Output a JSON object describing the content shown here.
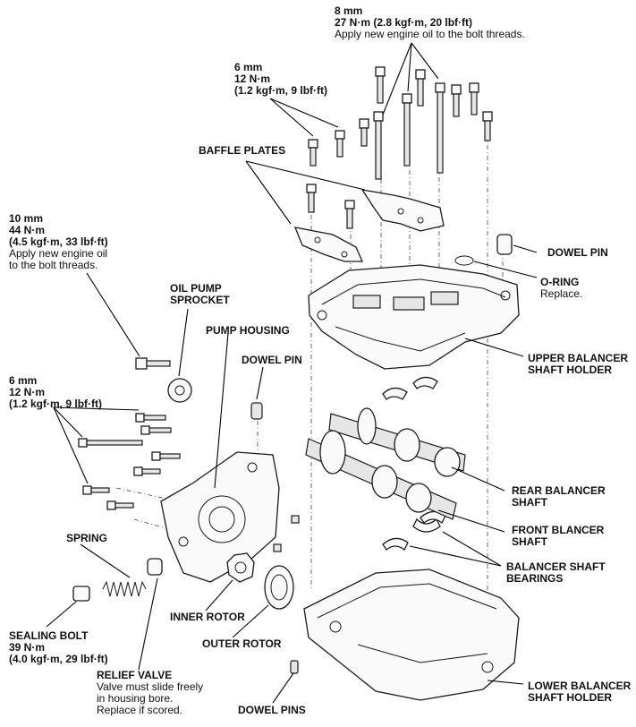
{
  "labels": {
    "bolt_8mm": {
      "size": "8 mm",
      "torque": "27 N·m (2.8 kgf·m, 20 lbf·ft)",
      "note": "Apply new engine oil to the bolt threads."
    },
    "bolt_6mm_top": {
      "size": "6 mm",
      "torque_nm": "12 N·m",
      "torque_alt": "(1.2 kgf·m, 9 lbf·ft)"
    },
    "baffle_plates": "BAFFLE PLATES",
    "bolt_10mm": {
      "size": "10 mm",
      "torque_nm": "44 N·m",
      "torque_alt": "(4.5 kgf·m, 33 lbf·ft)",
      "note_1": "Apply new engine oil",
      "note_2": "to the bolt threads."
    },
    "dowel_pin_upper": "DOWEL PIN",
    "o_ring": {
      "title": "O-RING",
      "note": "Replace."
    },
    "oil_pump_sprocket": {
      "line1": "OIL PUMP",
      "line2": "SPROCKET"
    },
    "pump_housing": "PUMP HOUSING",
    "dowel_pin_pump": "DOWEL PIN",
    "upper_holder": {
      "line1": "UPPER BALANCER",
      "line2": "SHAFT HOLDER"
    },
    "bolt_6mm_left": {
      "size": "6 mm",
      "torque_nm": "12 N·m",
      "torque_alt": "(1.2 kgf·m, 9 lbf·ft)"
    },
    "rear_shaft": {
      "line1": "REAR BALANCER",
      "line2": "SHAFT"
    },
    "front_shaft": {
      "line1": "FRONT BLANCER",
      "line2": "SHAFT"
    },
    "spring": "SPRING",
    "bearings": {
      "line1": "BALANCER SHAFT",
      "line2": "BEARINGS"
    },
    "inner_rotor": "INNER ROTOR",
    "sealing_bolt": {
      "title": "SEALING BOLT",
      "torque_nm": "39 N·m",
      "torque_alt": "(4.0 kgf·m, 29 lbf·ft)"
    },
    "outer_rotor": "OUTER ROTOR",
    "relief_valve": {
      "title": "RELIEF VALVE",
      "note_1": "Valve must slide freely",
      "note_2": "in housing bore.",
      "note_3": "Replace if scored."
    },
    "lower_holder": {
      "line1": "LOWER BALANCER",
      "line2": "SHAFT HOLDER"
    },
    "dowel_pins_lower": "DOWEL PINS"
  },
  "colors": {
    "line": "#1a1a1a",
    "fill": "#fafafa",
    "shade": "#e6e6e6"
  }
}
